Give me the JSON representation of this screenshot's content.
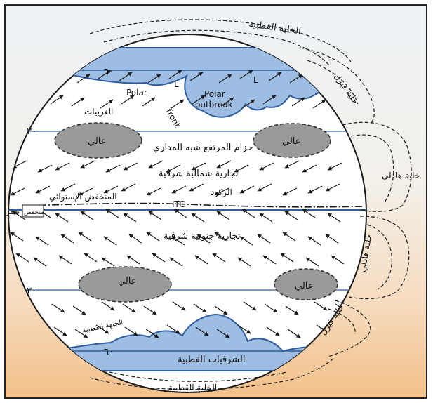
{
  "labels": {
    "polar_cell_top": "الخلية القطبية",
    "polar_cell_bottom": "الخلية القطبية",
    "ferrel_cell_top": "خلية فيرل",
    "ferrel_cell_bottom": "خلية فيرل",
    "hadley_cell_top": "خلية هادلي",
    "hadley_cell_bottom": "خلية هادلي",
    "lat_60_n": "٦٠",
    "lat_30_n": "٣٠",
    "lat_zero": "صفر",
    "lat_30_s": "٣٠",
    "lat_60_s": "٦٠",
    "polar_front_a": "Polar",
    "polar_front_b": "front",
    "polar_outbreak_a": "Polar",
    "polar_outbreak_b": "outbreak",
    "low_a": "L",
    "low_b": "L",
    "westerlies": "الغربيات",
    "subtropical_high_belt": "حزام المرتفع شبه المداري",
    "high_nw": "عالي",
    "high_ne": "عالي",
    "high_sw": "عالي",
    "high_se": "عالي",
    "ne_trades": "تجارية شمالية شرقية",
    "doldrums": "الركود",
    "itc": "ITC",
    "equatorial_low": "المنخفض الإستوائي",
    "equatorial_low_box": "منخفض",
    "se_trades": "تجارية جنوبية شرقية",
    "polar_front_south": "الجبهة القطبية",
    "polar_easterlies": "الشرقيات القطبية"
  },
  "colors": {
    "polar_fill": "#9dbde3",
    "polar_stroke": "#2f5e9e",
    "high_fill": "#9a9a9a",
    "globe": "#ffffff",
    "ink": "#1a1a1a"
  },
  "icons": [
    "arrow-icon"
  ]
}
